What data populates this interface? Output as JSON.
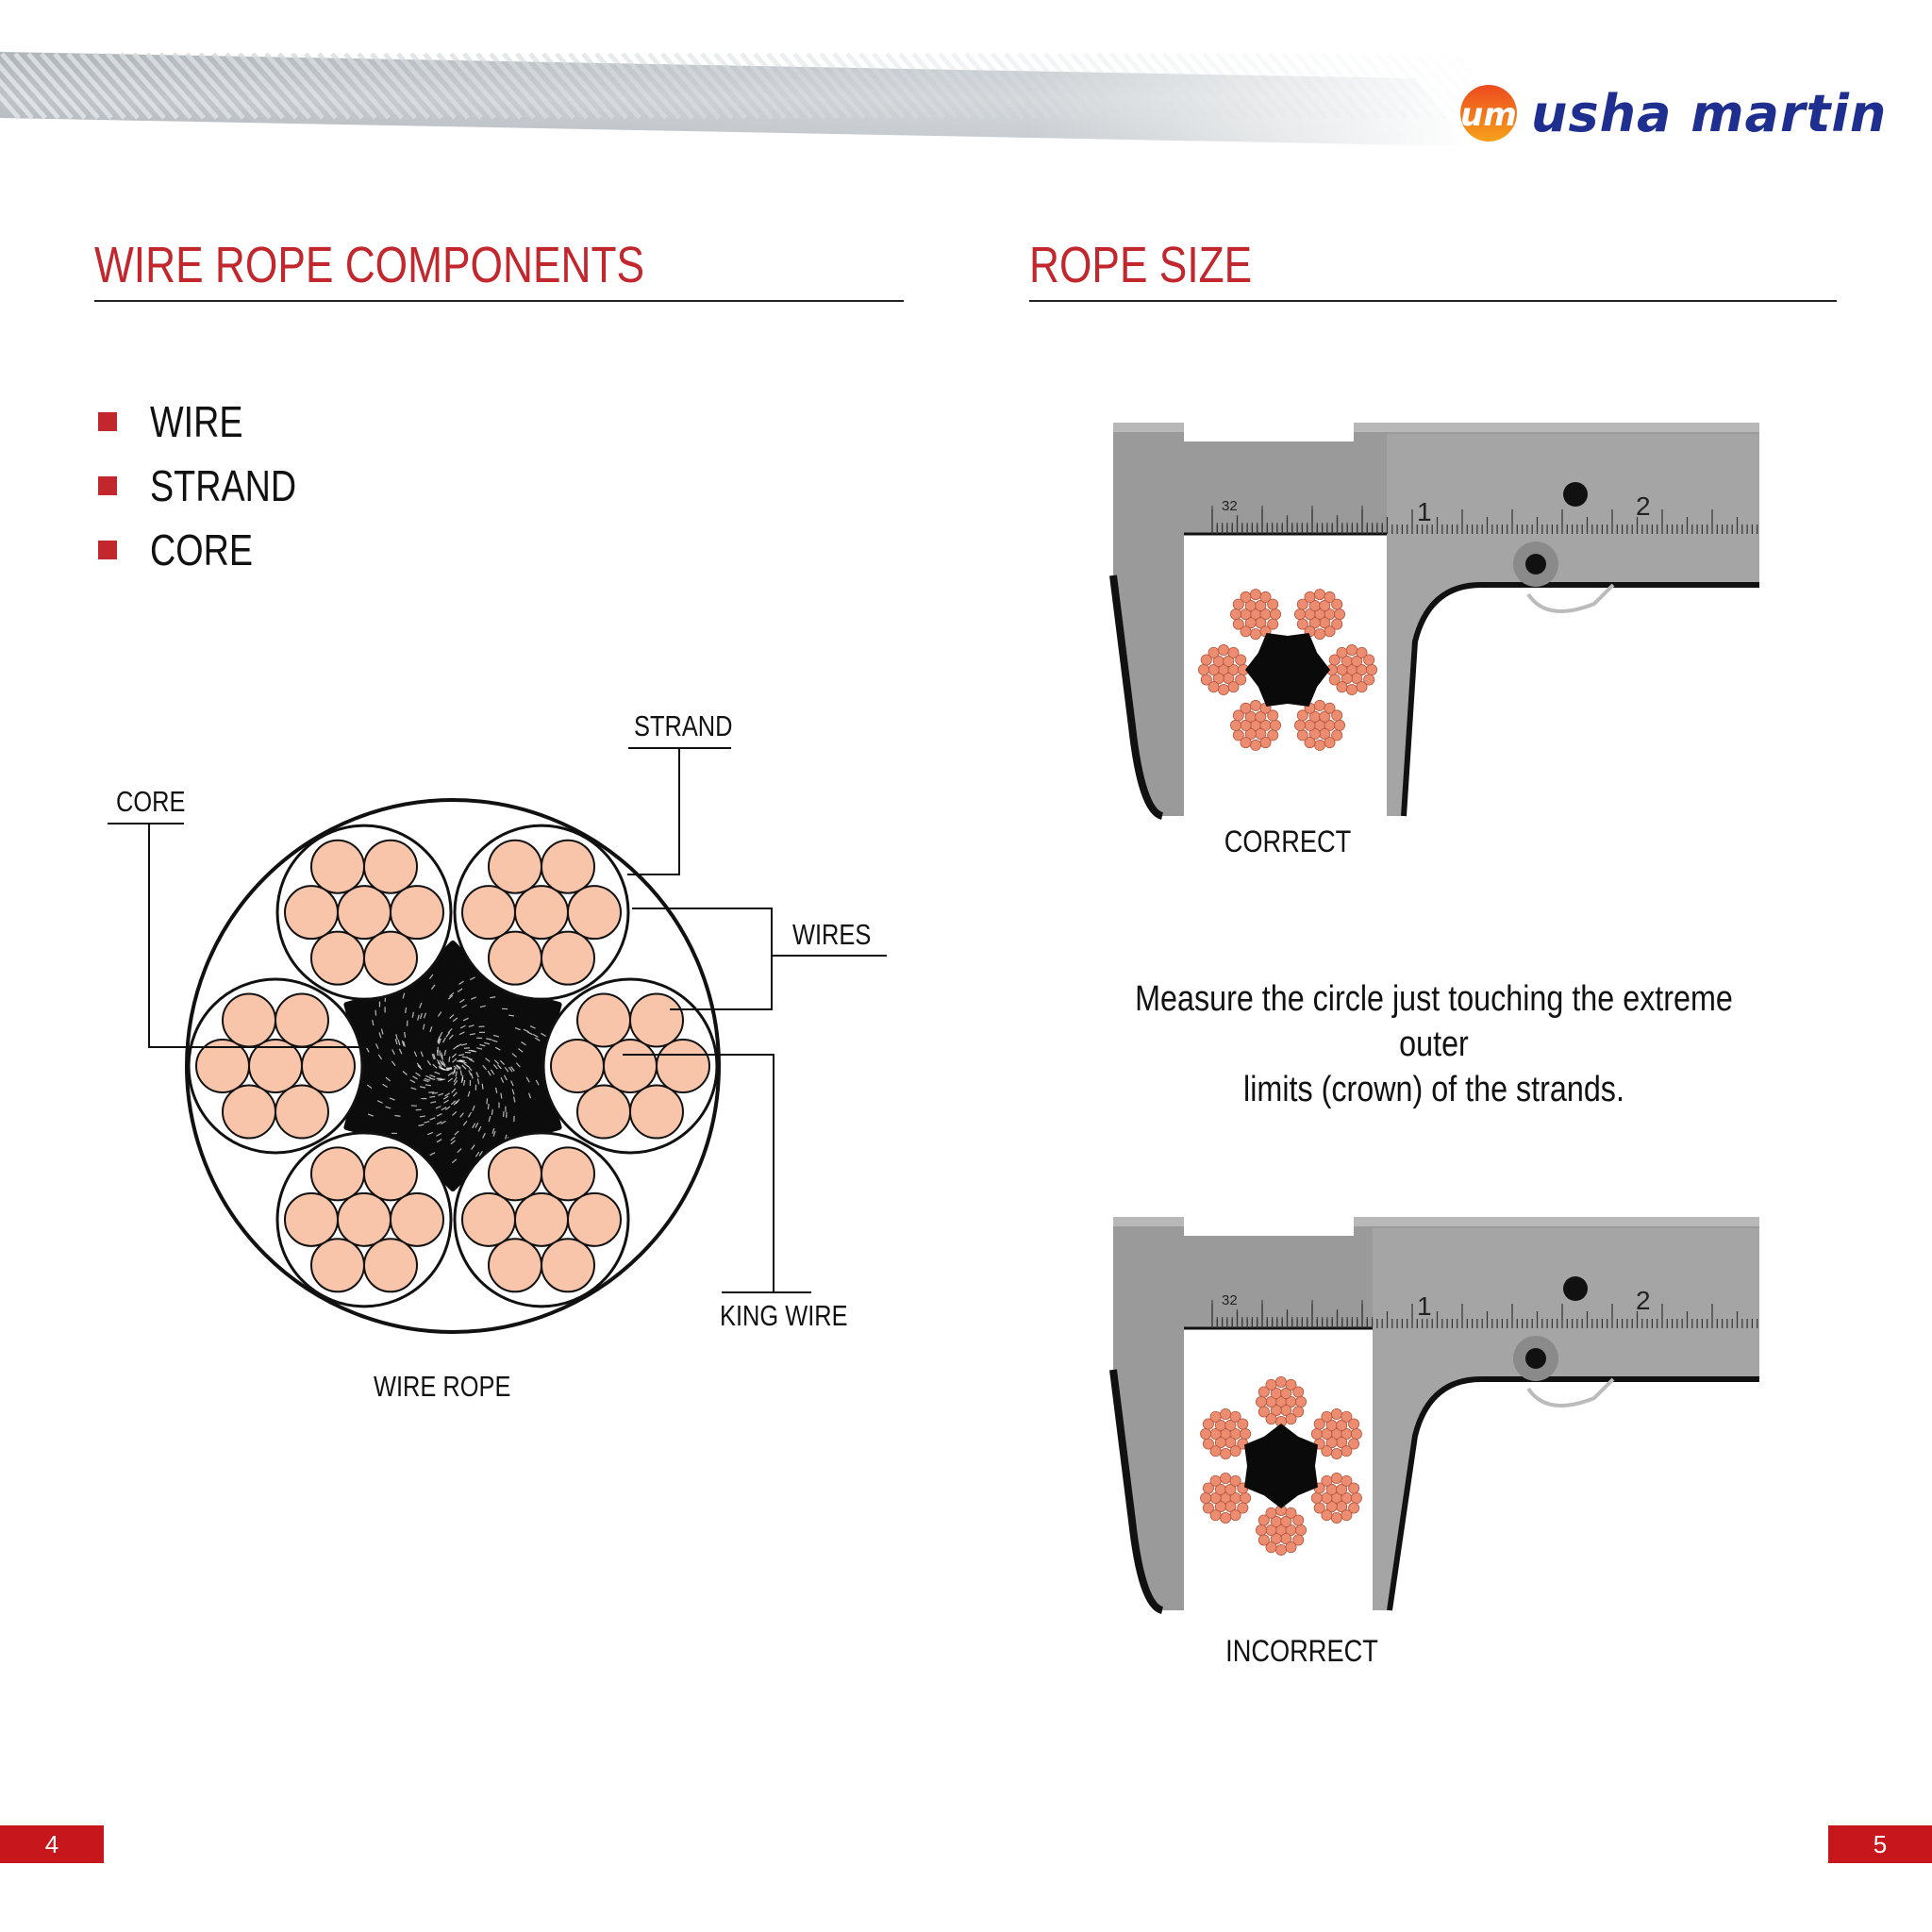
{
  "brand": {
    "name": "usha martin",
    "mark": "um",
    "colors": {
      "red": "#c1272d",
      "navy": "#1f2f8f",
      "wire_fill": "#f8c4aa",
      "caliper_wire": "#ec8d72"
    }
  },
  "left_page": {
    "heading": "WIRE ROPE COMPONENTS",
    "bullets": [
      "WIRE",
      "STRAND",
      "CORE"
    ],
    "diagram": {
      "labels": {
        "strand": "STRAND",
        "core": "CORE",
        "wires": "WIRES",
        "king_wire": "KING WIRE"
      },
      "caption": "WIRE ROPE"
    },
    "page_number": "4"
  },
  "right_page": {
    "heading": "ROPE SIZE",
    "caliper_scale": {
      "small_mark": "32",
      "mark_1": "1",
      "mark_2": "2"
    },
    "correct_caption": "CORRECT",
    "note_line1": "Measure the circle just touching the extreme outer",
    "note_line2": "limits (crown) of the strands.",
    "incorrect_caption": "INCORRECT",
    "page_number": "5"
  }
}
